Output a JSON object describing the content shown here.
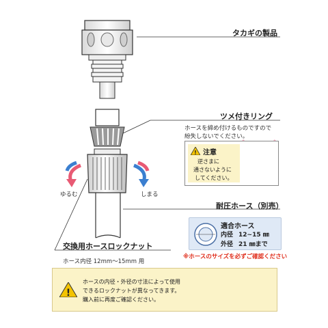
{
  "labels": {
    "takagi_product": "タカギの製品",
    "claw_ring": "ツメ付きリング",
    "claw_ring_note_1": "ホースを締め付けるものですので",
    "claw_ring_note_2": "紛失しないでください。",
    "loosen": "ゆるむ",
    "tighten": "しまる",
    "pressure_hose": "耐圧ホース（別売）",
    "lock_nut_title": "交換用ホースロックナット",
    "lock_nut_sub": "ホース内径 12mm～15mm 用"
  },
  "caution_box": {
    "title": "注意",
    "line1": "逆さまに",
    "line2": "通さないように",
    "line3": "してください。"
  },
  "hose_box": {
    "title": "適合ホース",
    "inner_label": "内径",
    "inner_value": "12~15 ㎜",
    "outer_label": "外径",
    "outer_value": "21 ㎜まで"
  },
  "check_note": "※ホースのサイズを必ずご確認ください",
  "bottom_warning": {
    "line1": "ホースの内径・外径の寸法によって使用",
    "line2": "できるロックナットが異なってきます。",
    "line3": "購入前に再度ご確認ください。"
  },
  "colors": {
    "accent_red": "#e0301e",
    "blue_box": "#dfe9f6",
    "yellow_box": "#fbf3c8",
    "ring_gray": "#9a9a9a",
    "nut_gray": "#c8c8c8",
    "arrow_pink": "#e85a74",
    "arrow_blue": "#3b7fd0"
  },
  "icons": [
    "warning-triangle-icon",
    "cross-mark-icon",
    "hose-cross-section-icon",
    "rotate-loosen-arrow-icon",
    "rotate-tighten-arrow-icon"
  ]
}
